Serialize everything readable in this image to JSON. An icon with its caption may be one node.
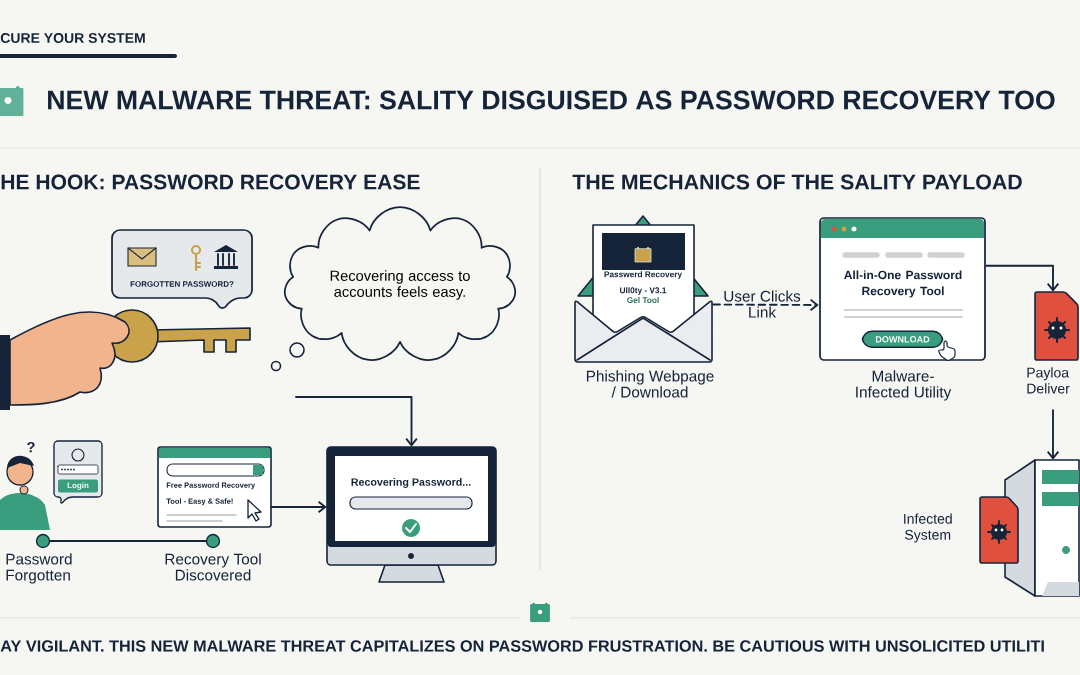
{
  "diagram": {
    "title": "NEW MALWARE THREAT: SALITY DISGUISED AS PASSWORD RECOVERY TOO",
    "nodes": [
      {
        "text": [
          "FORGOTTEN PASSWORD?"
        ]
      },
      {
        "text": [
          "Recovering access to accounts feels easy."
        ]
      },
      {
        "text": [],
        "shape": "person"
      },
      {
        "text": [],
        "shape": "circle",
        "beside": [
          "Password Forgotten"
        ]
      },
      {
        "text": [],
        "shape": "circle",
        "beside": [
          "Recovery Tool Discovered"
        ]
      },
      {
        "text": [
          "Free Password Recovery Tool - Easy & Safe!"
        ]
      },
      {
        "text": [
          "Recovering Password..."
        ]
      },
      {
        "text": [
          "Passwerd Recovery Ull0ty - V3.1",
          "Gel Tool"
        ],
        "beside": [
          "Phishing Webpage / Download"
        ]
      },
      {
        "text": [
          "All-in-One Password Recovery Tool"
        ],
        "beside": [
          "Malware-Infected Utility"
        ]
      },
      {
        "text": [
          "DOWNLOAD"
        ],
        "in": 8
      },
      {
        "text": [],
        "shape": "picture",
        "beside": [
          "Payloa Deliver"
        ]
      },
      {
        "text": [],
        "shape": "picture",
        "beside": [
          "Infected System"
        ]
      }
    ],
    "edges": [
      {
        "from": 3,
        "to": 4,
        "arrow": "none"
      },
      {
        "from": 5,
        "to": 6,
        "arrow": "to"
      },
      {
        "from": null,
        "to": 6,
        "arrow": "to"
      },
      {
        "from": 7,
        "to": 8,
        "arrow": "to",
        "style": "dashed",
        "label": "User Clicks Link"
      },
      {
        "from": 8,
        "to": 10,
        "arrow": "to"
      },
      {
        "from": 10,
        "to": 11,
        "arrow": "to"
      }
    ],
    "labels": [
      "CURE YOUR SYSTEM",
      "HE HOOK: PASSWORD RECOVERY EASE",
      "?",
      "Login",
      "THE MECHANICS OF THE SALITY PAYLOAD",
      "AY VIGILANT. THIS NEW MALWARE THREAT CAPITALIZES ON PASSWORD FRUSTRATION. BE CAUTIOUS WITH UNSOLICITED UTILITI"
    ]
  }
}
